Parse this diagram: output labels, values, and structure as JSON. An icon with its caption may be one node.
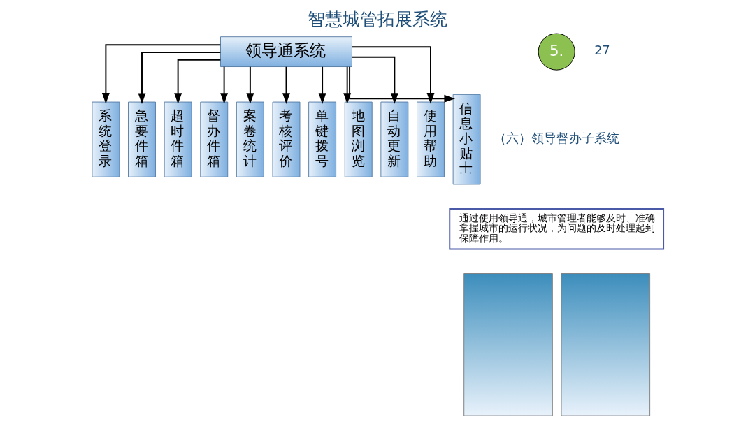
{
  "diagram": {
    "title": "智慧城管拓展系统",
    "nodes": [
      {
        "text": [
          "领导通系统"
        ]
      },
      {
        "text": [
          "系统登录"
        ]
      },
      {
        "text": [
          "急要件箱"
        ]
      },
      {
        "text": [
          "超时件箱"
        ]
      },
      {
        "text": [
          "督办件箱"
        ]
      },
      {
        "text": [
          "案卷统计"
        ]
      },
      {
        "text": [
          "考核评价"
        ]
      },
      {
        "text": [
          "单键拨号"
        ]
      },
      {
        "text": [
          "地图浏览"
        ]
      },
      {
        "text": [
          "自动更新"
        ]
      },
      {
        "text": [
          "使用帮助"
        ]
      },
      {
        "text": [
          "信息小贴士"
        ]
      },
      {
        "text": [
          "通过使用领导通，城市管理者能够及时、准确掌握城市的运行状况，为问题的及时处理起到保障作用。"
        ]
      },
      {
        "text": [],
        "shape": "picture"
      },
      {
        "text": [],
        "shape": "picture"
      }
    ],
    "edges": [
      {
        "from": 0,
        "to": 1,
        "arrow": "to"
      },
      {
        "from": 0,
        "to": 2,
        "arrow": "to"
      },
      {
        "from": 0,
        "to": 3,
        "arrow": "to"
      },
      {
        "from": 0,
        "to": 4,
        "arrow": "to"
      },
      {
        "from": 0,
        "to": 5,
        "arrow": "to"
      },
      {
        "from": 0,
        "to": 6,
        "arrow": "to"
      },
      {
        "from": 0,
        "to": 7,
        "arrow": "to"
      },
      {
        "from": 0,
        "to": 8,
        "arrow": "to"
      },
      {
        "from": 0,
        "to": 9,
        "arrow": "to"
      },
      {
        "from": 0,
        "to": 10,
        "arrow": "to"
      },
      {
        "from": 0,
        "to": 11,
        "arrow": "to"
      }
    ],
    "labels": [
      "5.",
      "（六）领导督办子系统",
      "27"
    ]
  }
}
